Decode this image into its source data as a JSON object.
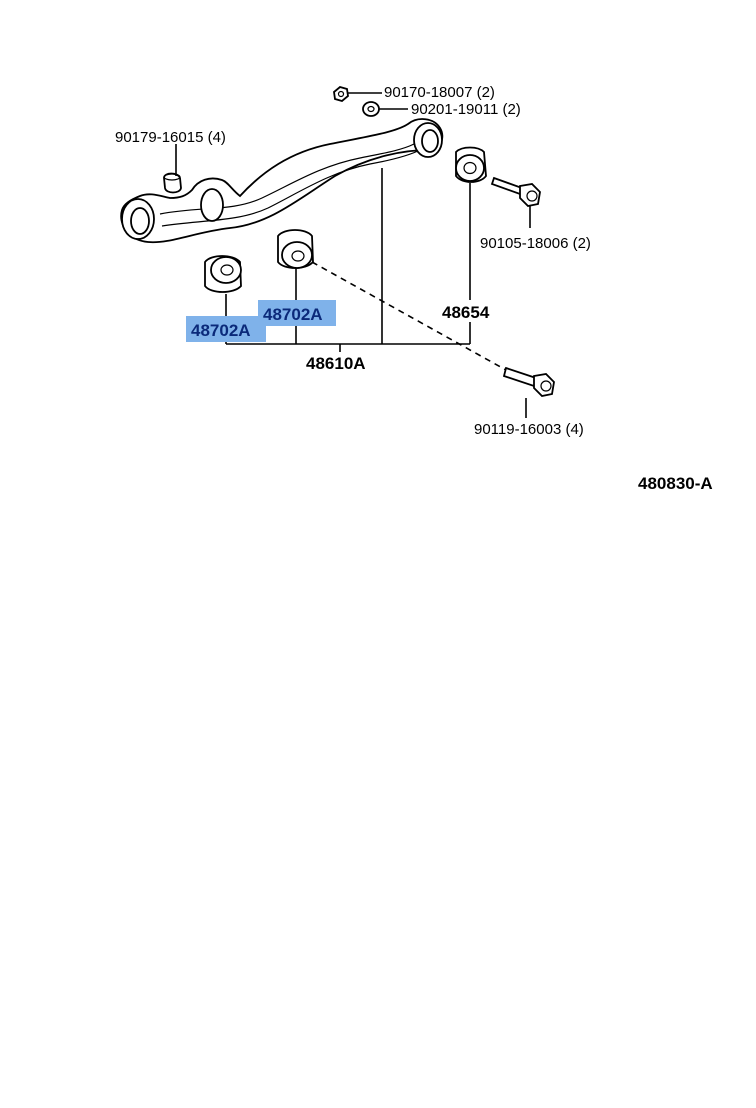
{
  "diagram": {
    "labels": {
      "nut": "90170-18007 (2)",
      "washer": "90201-19011 (2)",
      "cap": "90179-16015 (4)",
      "bolt_right": "90105-18006 (2)",
      "bushing_rear": "48654",
      "arm_assembly": "48610A",
      "bolt_lower": "90119-16003 (4)",
      "figure_code": "480830-A"
    },
    "highlighted": {
      "bushing_left": "48702A",
      "bushing_mid": "48702A"
    },
    "colors": {
      "highlight": "#7fb2ea",
      "highlight_text": "#0b2a7a",
      "line": "#000000"
    }
  }
}
